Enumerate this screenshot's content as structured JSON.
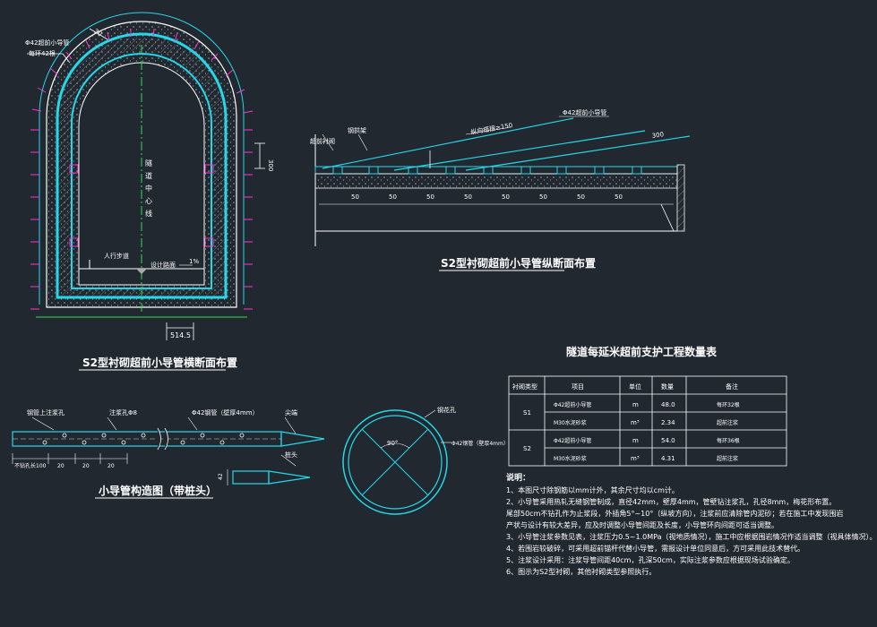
{
  "titles": {
    "section": "S2型衬砌超前小导管横断面布置",
    "longitudinal": "S2型衬砌超前小导管纵断面布置",
    "pipe_structure": "小导管构造图（带桩头）",
    "quantity_table": "隧道每延米超前支护工程数量表"
  },
  "section_labels": {
    "pipe_spec": "Φ42超前小导管",
    "pipe_count": "每环42根",
    "dim_top": "30",
    "dim_side": "300",
    "center_line": "隧道中心线",
    "walkway": "人行步道",
    "road_surface": "设计路面",
    "dim_bottom": "514.5",
    "slope": "1%"
  },
  "longitudinal_labels": {
    "lining": "超前衬砌",
    "steel_arch": "钢拱架",
    "pipe": "Φ42超前小导管",
    "overlap": "纵向搭接≥150",
    "length": "300",
    "spacing": [
      "50",
      "50",
      "50",
      "50",
      "50",
      "50",
      "50",
      "50"
    ]
  },
  "pipe_labels": {
    "grout_hole": "钢管上注浆孔",
    "grout_label": "注浆孔Φ8",
    "steel_pipe": "Φ42钢管（壁厚4mm）",
    "tip": "尖端",
    "seg0": "不钻孔长100",
    "seg1": "20",
    "seg2": "20",
    "seg3": "20",
    "end": "桩头",
    "end_dim": "42",
    "circle_hole": "钢花孔",
    "circle_angle": "90°",
    "circle_pipe": "Φ42钢管（壁厚4mm）"
  },
  "table": {
    "headers": [
      "衬砌类型",
      "项目",
      "单位",
      "数量",
      "备注"
    ],
    "rows": [
      {
        "type": "S1",
        "items": [
          {
            "item": "Φ42超前小导管",
            "unit": "m",
            "qty": "48.0",
            "note": "每环32根"
          },
          {
            "item": "M30水泥砂浆",
            "unit": "m³",
            "qty": "2.34",
            "note": "超前注浆"
          }
        ]
      },
      {
        "type": "S2",
        "items": [
          {
            "item": "Φ42超前小导管",
            "unit": "m",
            "qty": "54.0",
            "note": "每环36根"
          },
          {
            "item": "M30水泥砂浆",
            "unit": "m³",
            "qty": "4.31",
            "note": "超前注浆"
          }
        ]
      }
    ]
  },
  "notes": {
    "heading": "说明：",
    "items": [
      "1、本图尺寸除钢筋以mm计外，其余尺寸均以cm计。",
      "2、小导管采用热轧无缝钢管制成，直径42mm，壁厚4mm，管壁钻注浆孔，孔径8mm，梅花形布置。",
      "   尾部50cm不钻孔作为止浆段，外插角5°~10°（纵坡方向），注浆前应清除管内泥砂；若在施工中发现围岩",
      "   产状与设计有较大差异，应及时调整小导管间距及长度，小导管环向间距可适当调整。",
      "3、小导管注浆参数见表，注浆压力0.5~1.0MPa（视地质情况），施工中应根据围岩情况作适当调整（视具体情况）。",
      "4、若围岩较破碎，可采用超前锚杆代替小导管，需报设计单位同意后，方可采用此技术替代。",
      "5、注浆设计采用：注浆导管间距40cm，孔深50cm，实际注浆参数应根据现场试验确定。",
      "6、图示为S2型衬砌，其他衬砌类型参照执行。"
    ]
  }
}
